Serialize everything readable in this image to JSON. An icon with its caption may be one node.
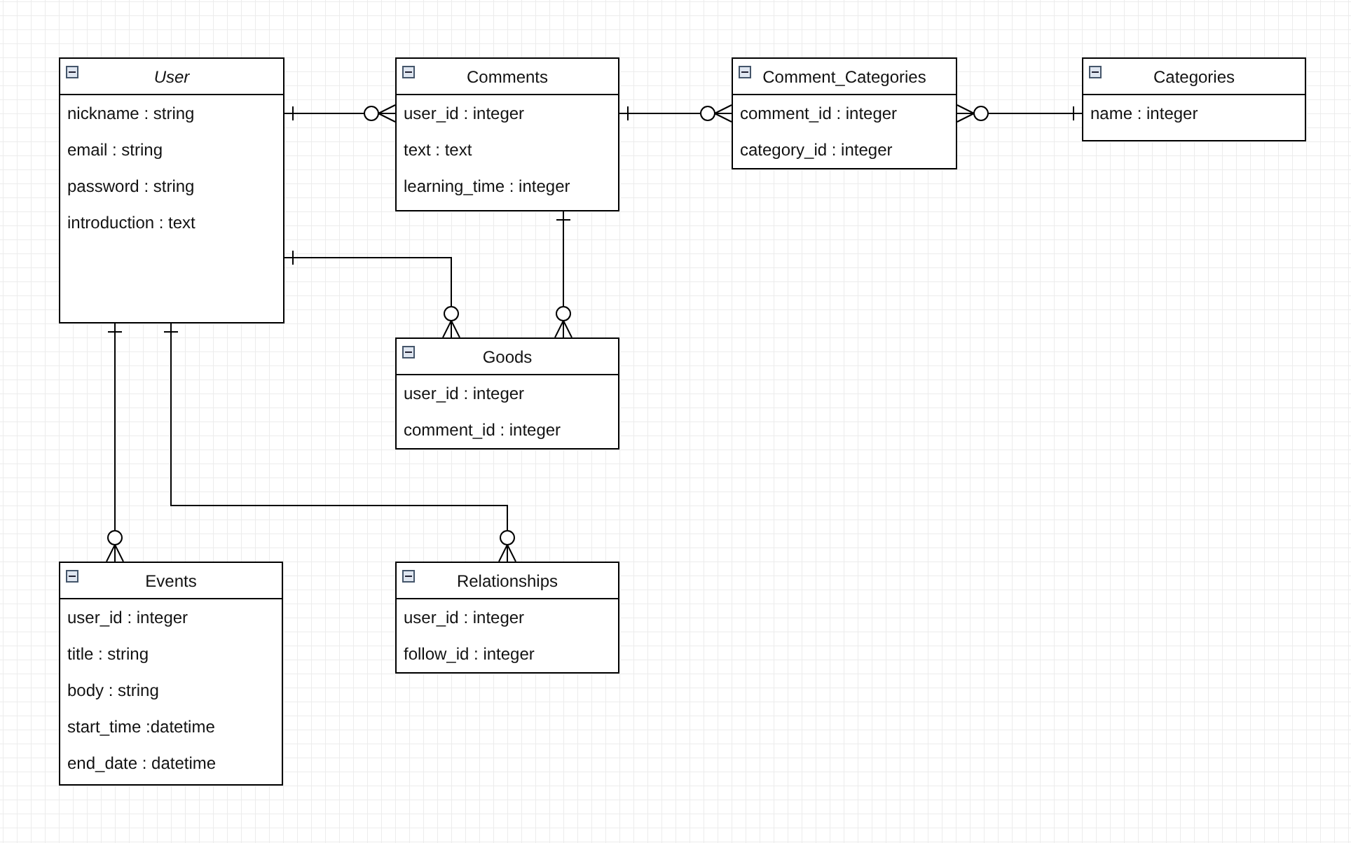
{
  "diagram": {
    "nodes": [
      {
        "text": [
          "User",
          "nickname : string",
          "email : string",
          "password : string",
          "introduction : text"
        ]
      },
      {
        "text": [
          "Comments",
          "user_id : integer",
          "text : text",
          "learning_time : integer"
        ]
      },
      {
        "text": [
          "Comment_Categories",
          "comment_id : integer",
          "category_id : integer"
        ]
      },
      {
        "text": [
          "Categories",
          "name : integer"
        ]
      },
      {
        "text": [
          "Goods",
          "user_id : integer",
          "comment_id : integer"
        ]
      },
      {
        "text": [
          "Events",
          "user_id : integer",
          "title : string",
          "body : string",
          "start_time :datetime",
          "end_date : datetime"
        ]
      },
      {
        "text": [
          "Relationships",
          "user_id : integer",
          "follow_id : integer"
        ]
      }
    ],
    "edges": [
      {
        "from": 0,
        "to": 1,
        "arrow": "other"
      },
      {
        "from": 1,
        "to": 2,
        "arrow": "other"
      },
      {
        "from": 3,
        "to": 2,
        "arrow": "other"
      },
      {
        "from": 0,
        "to": 4,
        "arrow": "other"
      },
      {
        "from": 1,
        "to": 4,
        "arrow": "other"
      },
      {
        "from": 0,
        "to": 5,
        "arrow": "other"
      },
      {
        "from": 0,
        "to": 6,
        "arrow": "other"
      }
    ]
  }
}
